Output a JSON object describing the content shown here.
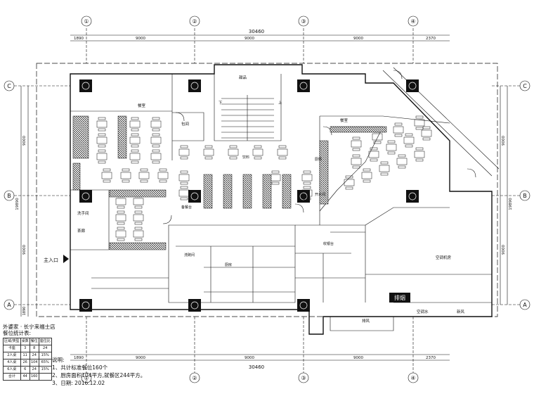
{
  "drawing": {
    "grid_columns": [
      "①",
      "②",
      "③",
      "④"
    ],
    "grid_rows": [
      "A",
      "B",
      "C"
    ],
    "top_overall_dim": "30460",
    "bottom_overall_dim": "30460",
    "col_dims": [
      "1890",
      "9000",
      "9000",
      "9000",
      "2370"
    ],
    "left_row_dims": [
      "9000",
      "9000",
      "1890"
    ],
    "left_overall_dim": "19890",
    "right_row_dims": [
      "9000",
      "9000"
    ],
    "right_overall_dim": "19890"
  },
  "rooms": {
    "entrance": "主入口",
    "leisure": "餐室",
    "waiting": "茶廊",
    "dining_room": "餐室",
    "private_room": "包间",
    "washroom": "洗手间",
    "storage": "备餐台",
    "sugar": "甜品",
    "kitchen": "厨房",
    "dish_wash": "洗碗间",
    "counter": "收银台",
    "ac_room": "空调机房",
    "fan_room": "新风",
    "exhaust": "排烟",
    "ac_water": "空调水",
    "exhaust2": "排风",
    "stairs_up": "上",
    "stairs_down": "下",
    "drinks": "饮料",
    "chef": "厨师",
    "water": "开水间"
  },
  "legend": {
    "title_line1": "外婆家 · 长宁来福士店",
    "title_line2": "餐位统计表:",
    "headers": [
      "区域/类型",
      "桌数",
      "餐位",
      "座位比"
    ],
    "rows": [
      [
        "卡座",
        "3",
        "8",
        "24"
      ],
      [
        "2人桌",
        "11",
        "24",
        "15%"
      ],
      [
        "4人桌",
        "26",
        "104",
        "65%"
      ],
      [
        "6人桌",
        "6",
        "24",
        "15%"
      ],
      [
        "合计",
        "44",
        "160",
        ""
      ]
    ]
  },
  "notes": {
    "title": "说明:",
    "lines": [
      "1、共计标准餐位160个",
      "2、厨房面积104平方,就餐区244平方。",
      "3、日期: 2016.12.02"
    ]
  }
}
